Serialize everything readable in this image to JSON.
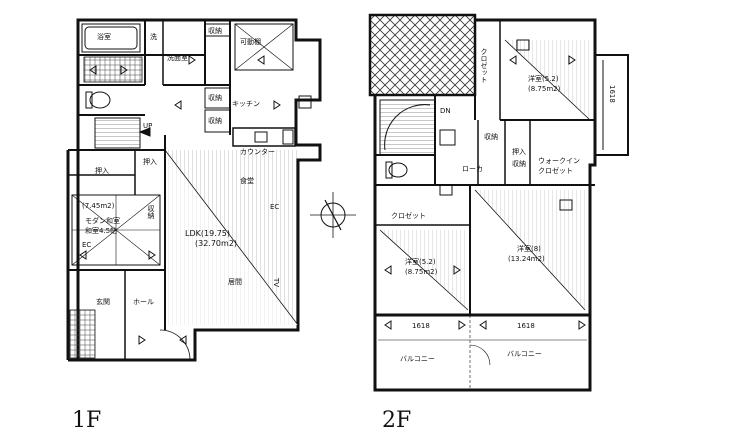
{
  "floors": [
    {
      "id": "1f",
      "label": "1F",
      "rooms": {
        "bath": "浴室",
        "wash": "洗",
        "washroom": "洗面室",
        "storage_top": "収納",
        "movable_shelf": "可動棚",
        "storage_a": "収納",
        "storage_b": "収納",
        "kitchen": "キッチン",
        "counter": "カウンター",
        "dining": "食堂",
        "ldk": "LDK(19.75)",
        "ldk_area": "(32.70m2)",
        "living": "居間",
        "ec_kitchen": "EC",
        "tv": "TV",
        "up": "UP",
        "oshiire": "押入",
        "oshiire2": "押入",
        "storage_door": "収納",
        "modern_area": "(7.45m2)",
        "modern": "モダン和室",
        "modern2": "和室4.5帖",
        "ec_washitsu": "EC",
        "entrance": "玄関",
        "hall": "ホール"
      }
    },
    {
      "id": "2f",
      "label": "2F",
      "rooms": {
        "closet_top": "クロゼット",
        "room_ne": "洋室(5.2)",
        "room_ne_area": "(8.75m2)",
        "dim_1618_v": "1618",
        "dn": "DN",
        "storage": "収納",
        "oshiire": "押入",
        "oshiire_sub": "収納",
        "walk_in": "ウォークイン",
        "walk_in_sub": "クロゼット",
        "corridor": "ローカ",
        "closet_w": "クロゼット",
        "room_sw": "洋室(5.2)",
        "room_sw_area": "(8.75m2)",
        "room_se": "洋室(8)",
        "room_se_area": "(13.24m2)",
        "dim_1618_l": "1618",
        "dim_1618_r": "1618",
        "balcony_l": "バルコニー",
        "balcony_r": "バルコニー"
      }
    }
  ]
}
